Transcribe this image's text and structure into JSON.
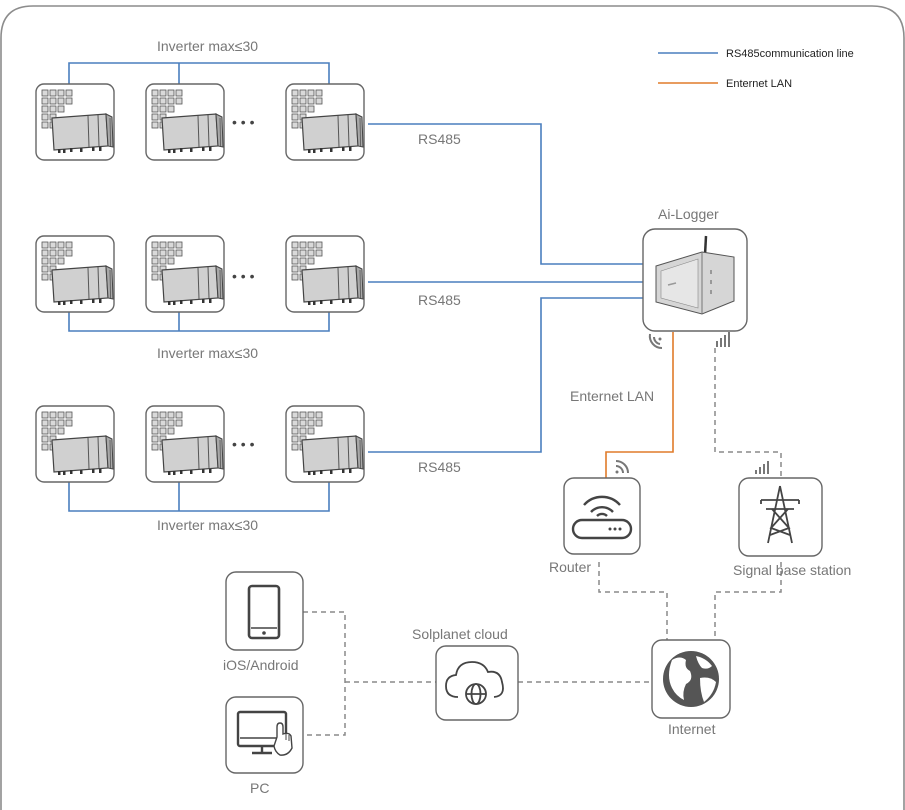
{
  "colors": {
    "rs485": "#4a7fbe",
    "lan": "#e07b2a",
    "wireless": "#8a8a8a",
    "frame": "#8c8c8c",
    "box_border": "#666666",
    "device_fill": "#d6d6d6",
    "globe": "#555555"
  },
  "legend": {
    "rs485_label": "RS485communication line",
    "lan_label": "Enternet LAN"
  },
  "inverter_groups": [
    {
      "max_label": "Inverter max≤30",
      "ellipsis": "• • •",
      "link_label": "RS485"
    },
    {
      "max_label": "Inverter max≤30",
      "ellipsis": "• • •",
      "link_label": "RS485"
    },
    {
      "max_label": "Inverter max≤30",
      "ellipsis": "• • •",
      "link_label": "RS485"
    }
  ],
  "logger": {
    "label": "Ai-Logger",
    "icon": "datalogger-icon"
  },
  "lan_link_label": "Enternet LAN",
  "router": {
    "label": "Router",
    "icon": "router-icon"
  },
  "base_station": {
    "label": "Signal base station",
    "icon": "cell-tower-icon"
  },
  "internet": {
    "label": "Internet",
    "icon": "globe-icon"
  },
  "cloud": {
    "label": "Solplanet cloud",
    "icon": "cloud-globe-icon"
  },
  "mobile": {
    "label": "iOS/Android",
    "icon": "tablet-icon"
  },
  "pc": {
    "label": "PC",
    "icon": "monitor-icon"
  }
}
